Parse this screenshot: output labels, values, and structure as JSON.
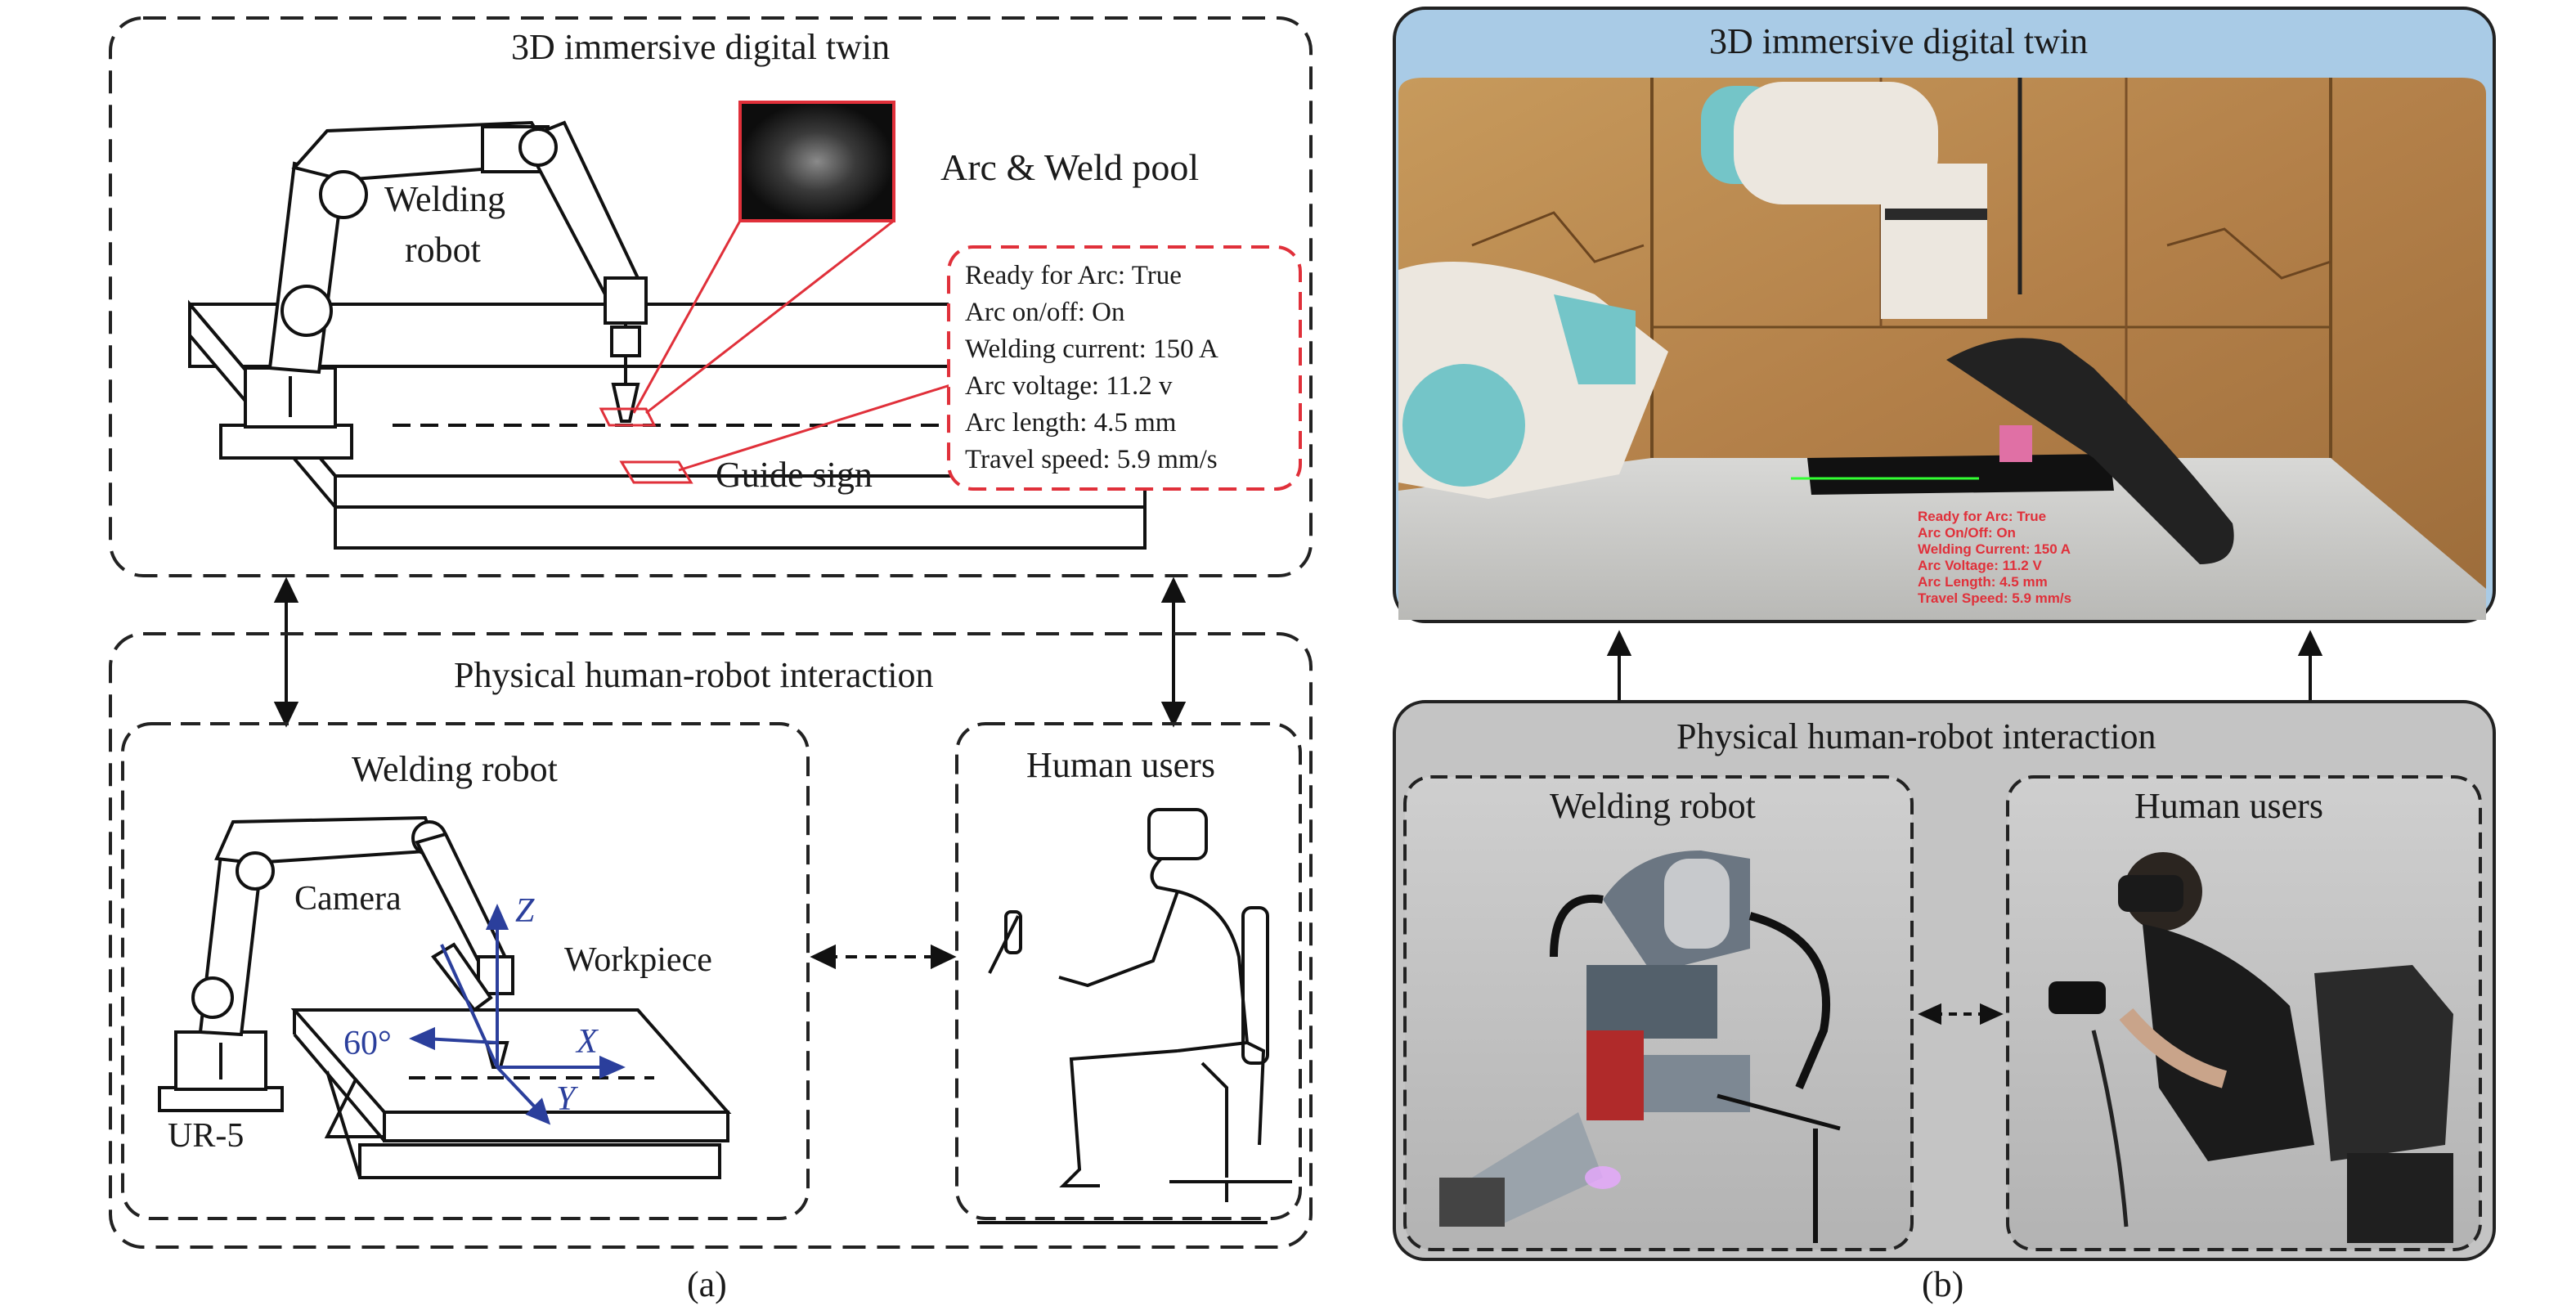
{
  "panel_a": {
    "caption": "(a)",
    "twin_title": "3D immersive digital twin",
    "interaction_title": "Physical human-robot interaction",
    "welding_robot_label_line1": "Welding",
    "welding_robot_label_line2": "robot",
    "arc_weld_pool": "Arc & Weld pool",
    "guide_sign": "Guide sign",
    "status_lines": [
      "Ready for Arc: True",
      "Arc on/off: On",
      "Welding current: 150 A",
      "Arc voltage: 11.2 v",
      "Arc length: 4.5 mm",
      "Travel speed: 5.9 mm/s"
    ],
    "sub_welding_robot": "Welding robot",
    "sub_human_users": "Human users",
    "camera": "Camera",
    "workpiece": "Workpiece",
    "ur5": "UR-5",
    "angle": "60°",
    "axis_x": "X",
    "axis_y": "Y",
    "axis_z": "Z"
  },
  "panel_b": {
    "caption": "(b)",
    "twin_title": "3D immersive digital twin",
    "interaction_title": "Physical human-robot interaction",
    "sub_welding_robot": "Welding robot",
    "sub_human_users": "Human users",
    "vr_status_lines": [
      "Ready for Arc: True",
      "Arc On/Off: On",
      "Welding Current: 150 A",
      "Arc Voltage: 11.2 V",
      "Arc Length: 4.5 mm",
      "Travel Speed: 5.9 mm/s"
    ]
  },
  "colors": {
    "guide_red": "#e0303a",
    "axis_blue": "#2b3f9c",
    "header_blue": "#a9cbe6",
    "panel_gray": "#c4c4c4"
  }
}
